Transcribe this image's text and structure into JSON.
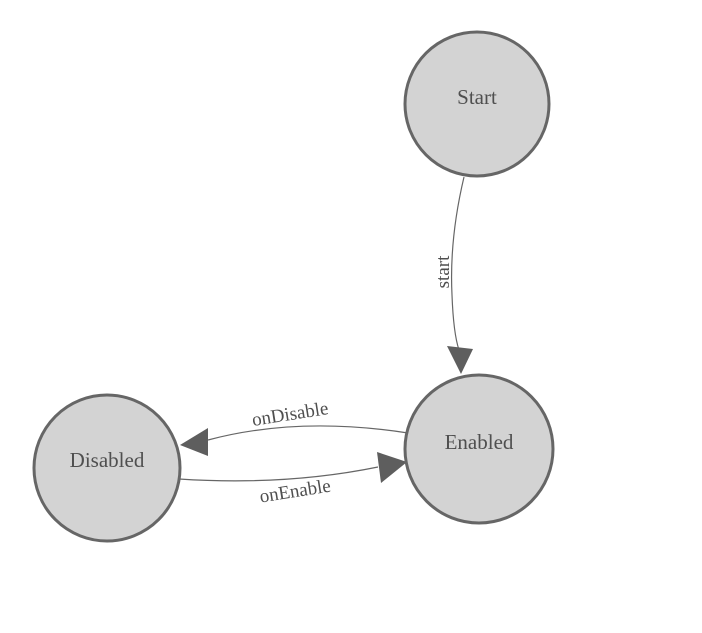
{
  "diagram": {
    "type": "state-machine",
    "background": "#ffffff",
    "colors": {
      "node_fill": "#d3d3d3",
      "node_stroke": "#666666",
      "edge_stroke": "#666666",
      "arrow_fill": "#5e5e5e",
      "label_text": "#4f4f4f"
    },
    "nodes": [
      {
        "id": "start",
        "label": "Start"
      },
      {
        "id": "enabled",
        "label": "Enabled"
      },
      {
        "id": "disabled",
        "label": "Disabled"
      }
    ],
    "edges": [
      {
        "from": "Start",
        "to": "Enabled",
        "label": "start"
      },
      {
        "from": "Enabled",
        "to": "Disabled",
        "label": "onDisable"
      },
      {
        "from": "Disabled",
        "to": "Enabled",
        "label": "onEnable"
      }
    ]
  }
}
